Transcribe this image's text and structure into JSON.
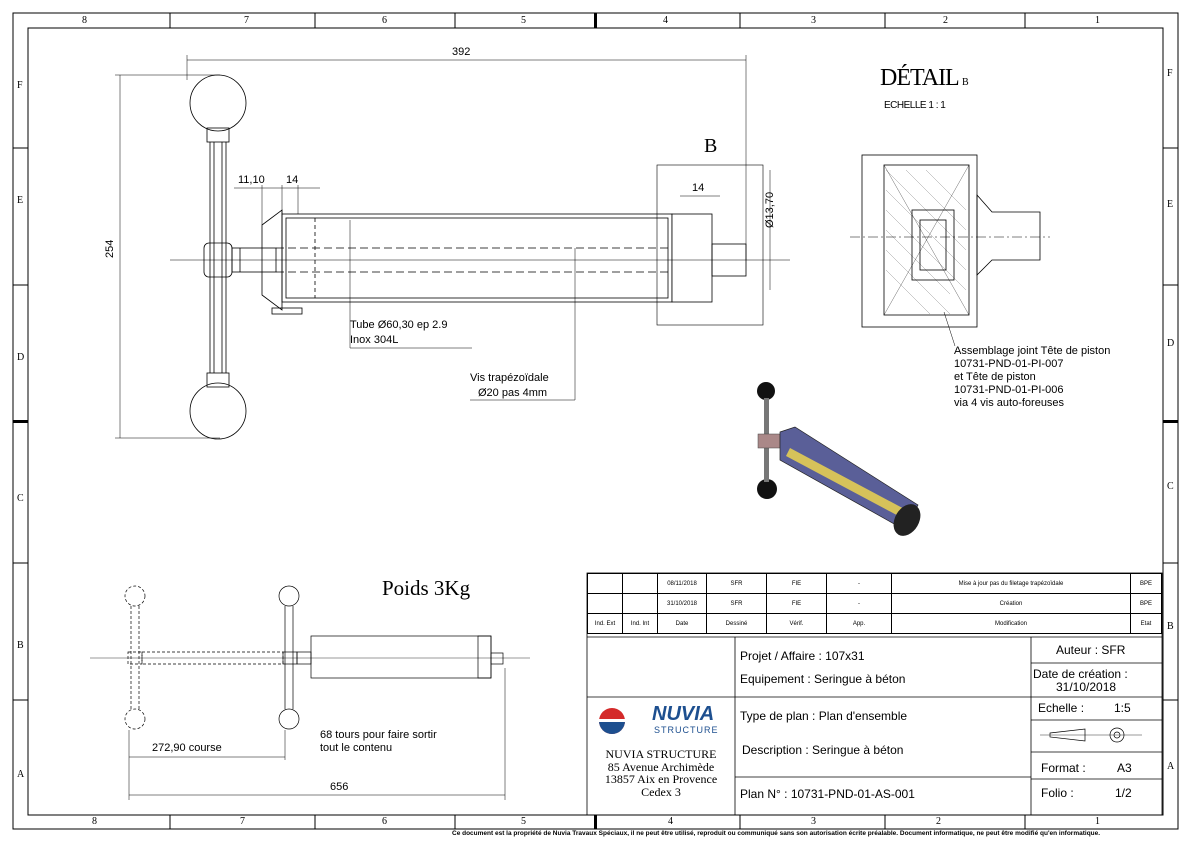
{
  "zones": {
    "columns": [
      "8",
      "7",
      "6",
      "5",
      "4",
      "3",
      "2",
      "1"
    ],
    "rows": [
      "F",
      "E",
      "D",
      "C",
      "B",
      "A"
    ]
  },
  "detail": {
    "title": "DÉTAIL",
    "suffix": "B",
    "scale": "ECHELLE 1 : 1",
    "callout": "B"
  },
  "dimensions": {
    "total_length": "392",
    "height": "254",
    "d1": "11,10",
    "d2": "14",
    "d3": "14",
    "dia": "Ø13,70",
    "course": "272,90 course",
    "overall": "656"
  },
  "notes": {
    "tube_1": "Tube Ø60,30 ep 2.9",
    "tube_2": "Inox 304L",
    "vis_1": "Vis trapézoïdale",
    "vis_2": "Ø20 pas 4mm",
    "assembly": [
      "Assemblage joint Tête de piston",
      "10731-PND-01-PI-007",
      "et Tête de piston",
      "10731-PND-01-PI-006",
      "via 4 vis auto-foreuses"
    ],
    "weight": "Poids 3Kg",
    "turns_1": "68 tours pour faire sortir",
    "turns_2": "tout le contenu"
  },
  "revisions": {
    "rows": [
      [
        "",
        "",
        "08/11/2018",
        "SFR",
        "FIE",
        "-",
        "Mise à jour pas du filetage trapézoïdale",
        "BPE"
      ],
      [
        "",
        "",
        "31/10/2018",
        "SFR",
        "FIE",
        "-",
        "Création",
        "BPE"
      ]
    ],
    "headers": [
      "Ind. Ext",
      "Ind. Int",
      "Date",
      "Dessiné",
      "Vérif.",
      "App.",
      "Modification",
      "Etat"
    ]
  },
  "titleblock": {
    "projet": "Projet / Affaire : 107x31",
    "equipement": "Equipement : Seringue à béton",
    "type": "Type de plan : Plan d'ensemble",
    "description": "Description : Seringue à béton",
    "plan": "Plan N° : 10731-PND-01-AS-001",
    "auteur": "Auteur : SFR",
    "date_label": "Date de création :",
    "date": "31/10/2018",
    "echelle_label": "Echelle :",
    "echelle": "1:5",
    "format_label": "Format :",
    "format": "A3",
    "folio_label": "Folio :",
    "folio": "1/2",
    "logo_main": "NUVIA",
    "logo_sub": "STRUCTURE",
    "company": "NUVIA STRUCTURE",
    "address_1": "85 Avenue Archimède",
    "address_2": "13857 Aix en Provence",
    "address_3": "Cedex 3"
  },
  "footer": "Ce document est la propriété de Nuvia Travaux Spéciaux, il ne peut être utilisé, reproduit ou communiqué sans son autorisation écrite préalable. Document informatique, ne peut être modifié qu'en informatique."
}
